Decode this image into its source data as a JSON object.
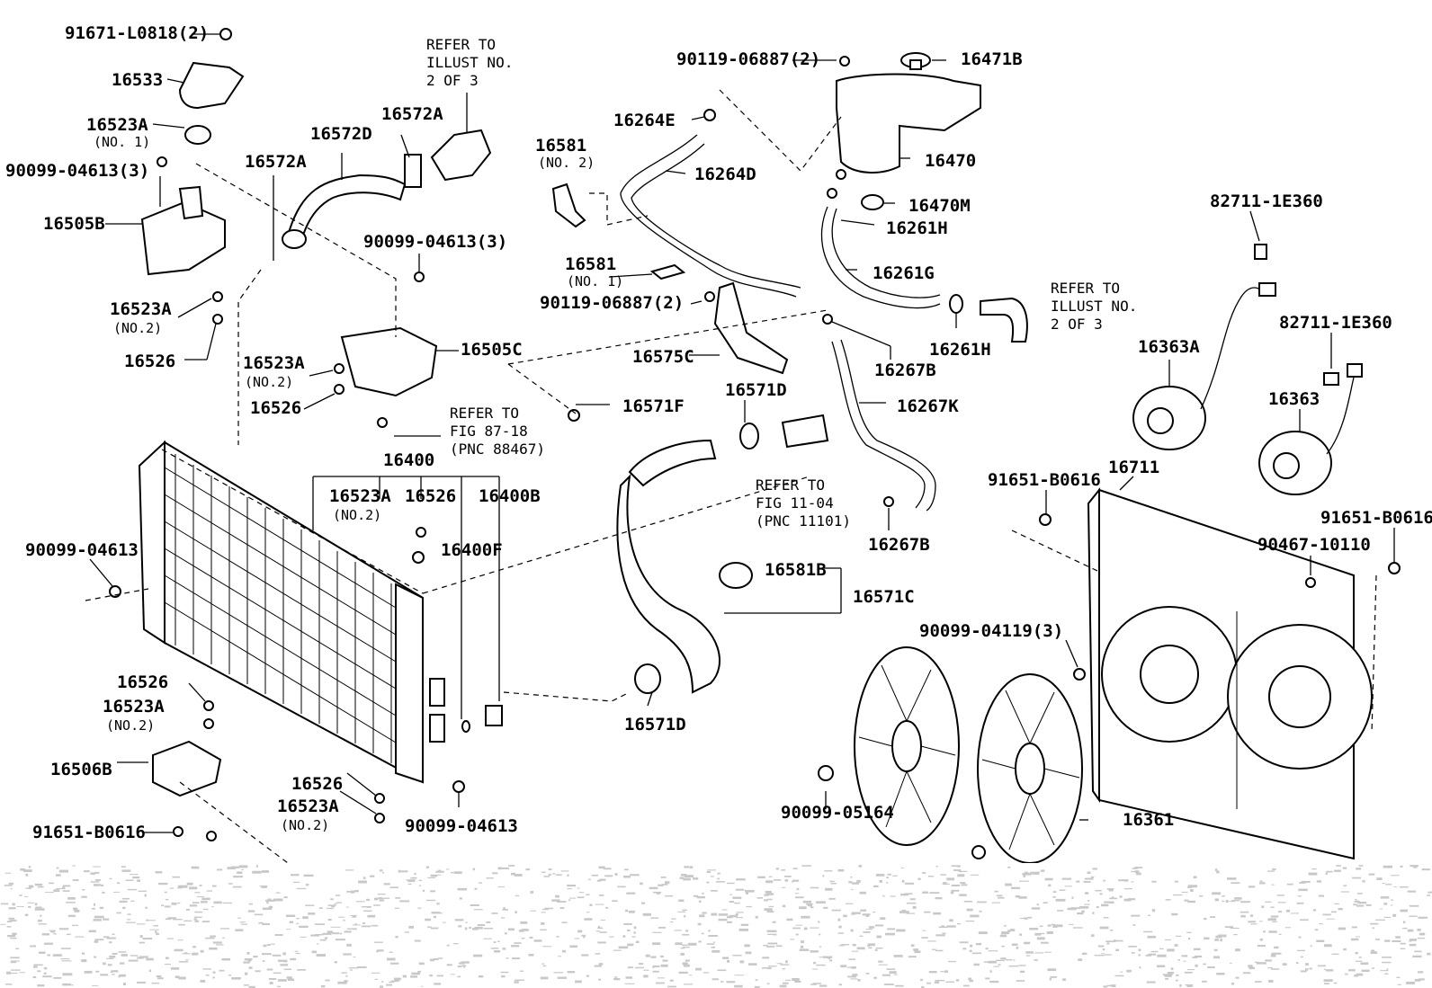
{
  "labels": {
    "p91671": "91671-L0818(2)",
    "p16533": "16533",
    "p16523a_no1": "16523A",
    "no1_a": "(NO. 1)",
    "p90099_04613_3a": "90099-04613(3)",
    "p16505b": "16505B",
    "p16523a_no2_a": "16523A",
    "no2_a": "(NO.2)",
    "p16526_a": "16526",
    "p16572a_left": "16572A",
    "p16572d": "16572D",
    "p16572a_top": "16572A",
    "p90099_04613_3b": "90099-04613(3)",
    "p16505c": "16505C",
    "p16523a_no2_b": "16523A",
    "no2_b": "(NO.2)",
    "p16526_b": "16526",
    "p16400": "16400",
    "p16523a_no2_c": "16523A",
    "no2_c": "(NO.2)",
    "p16526_c": "16526",
    "p16400b": "16400B",
    "p16400f": "16400F",
    "p90099_04613_left": "90099-04613",
    "p16526_d": "16526",
    "p16523a_no2_d": "16523A",
    "no2_d": "(NO.2)",
    "p16506b": "16506B",
    "p91651_b0616_left": "91651-B0616",
    "p16526_e": "16526",
    "p16523a_no2_e": "16523A",
    "no2_e": "(NO.2)",
    "p90099_04613_bottom": "90099-04613",
    "p16264e": "16264E",
    "p16264d": "16264D",
    "p16581_no2": "16581",
    "no2_f": "(NO. 2)",
    "p16581_no1": "16581",
    "no1_b": "(NO. 1)",
    "p90119_06887_2b": "90119-06887(2)",
    "p16575c": "16575C",
    "p16571f": "16571F",
    "p16571d_top": "16571D",
    "p16581b": "16581B",
    "p16571c": "16571C",
    "p16571d_bottom": "16571D",
    "p90119_06887_2a": "90119-06887(2)",
    "p16471b": "16471B",
    "p16470": "16470",
    "p16470m": "16470M",
    "p16261h_top": "16261H",
    "p16261g": "16261G",
    "p16261h_right": "16261H",
    "p16267b_top": "16267B",
    "p16267k": "16267K",
    "p16267b_bottom": "16267B",
    "p82711_1e360_a": "82711-1E360",
    "p82711_1e360_b": "82711-1E360",
    "p16363a": "16363A",
    "p16363": "16363",
    "p91651_b0616_mid": "91651-B0616",
    "p16711": "16711",
    "p91651_b0616_right": "91651-B0616",
    "p90467_10110": "90467-10110",
    "p90099_04119_3": "90099-04119(3)",
    "p90099_05164": "90099-05164",
    "p16361": "16361"
  },
  "refers": {
    "illust_a_1": "REFER TO",
    "illust_a_2": "ILLUST NO.",
    "illust_a_3": "2 OF 3",
    "illust_b_1": "REFER TO",
    "illust_b_2": "ILLUST NO.",
    "illust_b_3": "2 OF 3",
    "fig87_1": "REFER TO",
    "fig87_2": "FIG 87-18",
    "fig87_3": "(PNC 88467)",
    "fig11_1": "REFER TO",
    "fig11_2": "FIG 11-04",
    "fig11_3": "(PNC 11101)"
  }
}
